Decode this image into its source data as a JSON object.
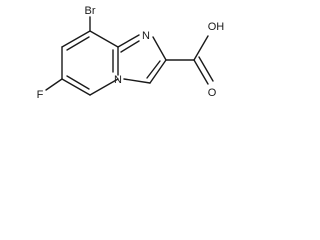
{
  "molecule": {
    "atoms": {
      "bromine": "Br",
      "fluorine": "F",
      "nitrogen_imidazole": "N",
      "nitrogen_bridgehead": "N",
      "hydroxyl": "OH",
      "carbonyl_oxygen": "O"
    }
  }
}
